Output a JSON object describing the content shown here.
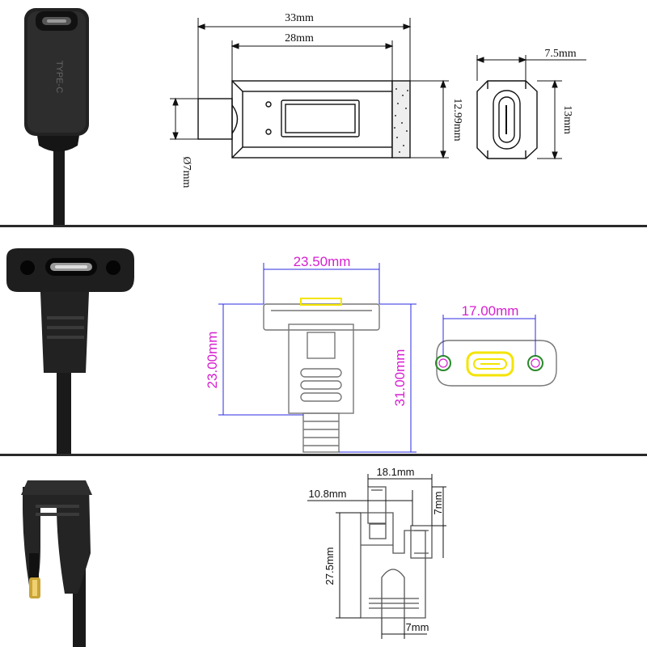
{
  "panels": {
    "straight": {
      "label_33": "33mm",
      "label_28": "28mm",
      "label_75": "7.5mm",
      "label_1299": "12.99mm",
      "label_13": "13mm",
      "label_dia7": "Ø7mm",
      "plug_text": "TYPE-C"
    },
    "panel_mount": {
      "label_2350": "23.50mm",
      "label_1700": "17.00mm",
      "label_2300": "23.00mm",
      "label_3100": "31.00mm"
    },
    "angled": {
      "label_181": "18.1mm",
      "label_108": "10.8mm",
      "label_7_top": "7mm",
      "label_275": "27.5mm",
      "label_7_bottom": "7mm"
    }
  },
  "colors": {
    "magenta": "#d61fd0",
    "blue": "#2b2be0",
    "yellow": "#f4e400",
    "divider": "#2a2a2a"
  }
}
